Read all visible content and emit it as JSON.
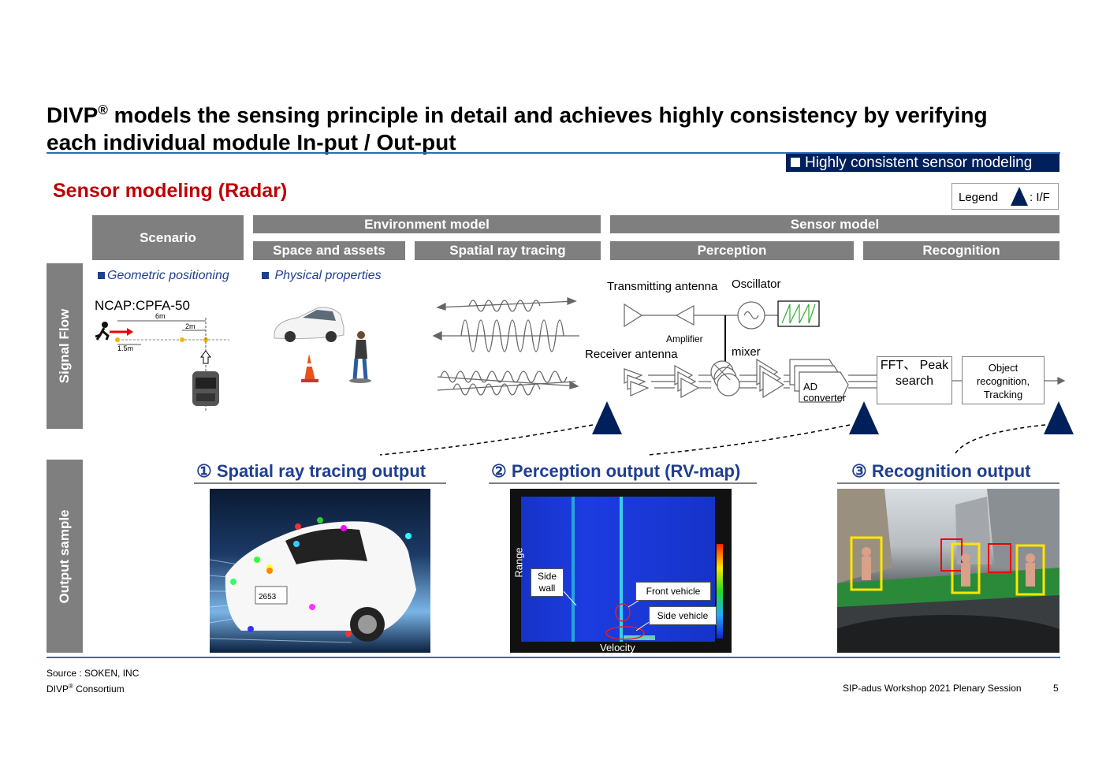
{
  "title": {
    "line1_prefix": "DIVP",
    "line1_reg": "®",
    "line1_rest": " models the sensing principle in detail and achieves highly consistency by verifying",
    "line2": "each individual module In-put / Out-put"
  },
  "tag": "Highly consistent sensor modeling",
  "subtitle": "Sensor modeling (Radar)",
  "legend": {
    "label": "Legend",
    "meaning": ": I/F"
  },
  "headers": {
    "scenario": "Scenario",
    "environment_model": "Environment model",
    "sensor_model": "Sensor model",
    "space_assets": "Space and assets",
    "spatial_ray_tracing": "Spatial ray tracing",
    "perception": "Perception",
    "recognition": "Recognition"
  },
  "row_labels": {
    "signal_flow": "Signal Flow",
    "output_sample": "Output sample"
  },
  "scenario": {
    "bullet": "Geometric positioning",
    "ncap": "NCAP:CPFA-50",
    "dim_6m": "6m",
    "dim_2m": "2m",
    "dim_15m": "1.5m"
  },
  "space_assets": {
    "bullet": "Physical properties"
  },
  "perception": {
    "transmitting_antenna": "Transmitting antenna",
    "oscillator": "Oscillator",
    "amplifier": "Amplifier",
    "receiver_antenna": "Receiver antenna",
    "mixer": "mixer",
    "ad_converter": "AD converter",
    "fft": "FFT、 Peak search"
  },
  "recognition": {
    "object_box": "Object recognition, Tracking"
  },
  "outputs": {
    "out1": "① Spatial ray tracing output",
    "out2": "② Perception output (RV-map)",
    "out3": "③ Recognition output"
  },
  "rvmap": {
    "ylabel": "Range",
    "xlabel": "Velocity",
    "side_wall": "Side wall",
    "front_vehicle": "Front vehicle",
    "side_vehicle": "Side vehicle"
  },
  "car_plate": "2653",
  "footer": {
    "source": "Source : SOKEN, INC",
    "consortium_prefix": "DIVP",
    "consortium_reg": "®",
    "consortium_rest": " Consortium",
    "event": "SIP-adus Workshop 2021 Plenary Session",
    "page": "5"
  },
  "colors": {
    "navy": "#00205b",
    "header_gray": "#7f7f7f",
    "subtitle_red": "#c00000",
    "accent_blue": "#1f3f8f",
    "rule_blue": "#2e6db4"
  },
  "icons": [
    "interface-triangle-icon",
    "pedestrian-icon",
    "car-icon",
    "traffic-cone-icon",
    "antenna-icon",
    "oscillator-icon",
    "mixer-icon"
  ]
}
